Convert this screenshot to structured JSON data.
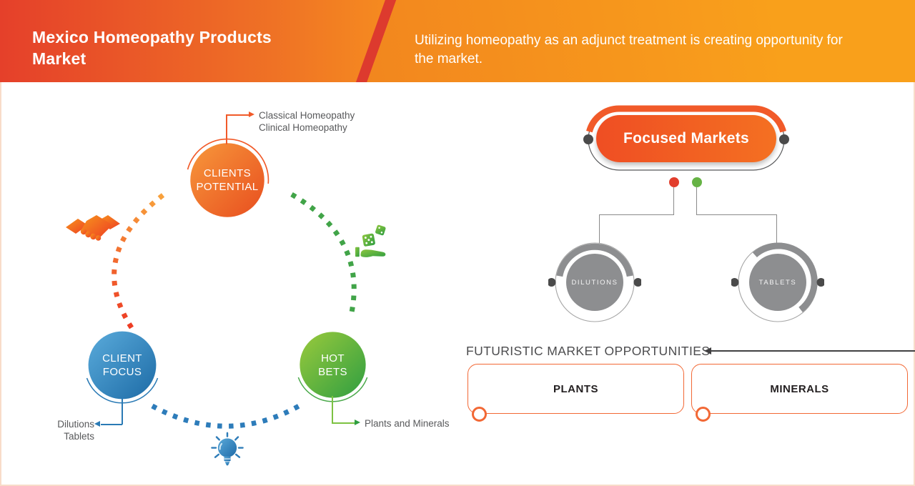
{
  "header": {
    "title": "Mexico Homeopathy Products Market",
    "subtitle": "Utilizing homeopathy as an adjunct treatment is creating opportunity for the market."
  },
  "cycle": {
    "potential": {
      "line1": "CLIENTS",
      "line2": "POTENTIAL",
      "note1": "Classical Homeopathy",
      "note2": "Clinical Homeopathy"
    },
    "focus": {
      "line1": "CLIENT",
      "line2": "FOCUS",
      "note1": "Dilutions",
      "note2": "Tablets"
    },
    "hot_bets": {
      "line1": "HOT",
      "line2": "BETS",
      "note1": "Plants and Minerals"
    },
    "icons": {
      "left": "handshake-icon",
      "right": "dice-hand-icon",
      "bottom": "lightbulb-icon"
    }
  },
  "focused_markets": {
    "title": "Focused Markets",
    "child1": "DILUTIONS",
    "child2": "TABLETS"
  },
  "opportunities": {
    "heading": "FUTURISTIC MARKET OPPORTUNITIES",
    "box1": "PLANTS",
    "box2": "MINERALS"
  },
  "colors": {
    "header_red": "#e8412c",
    "header_orange": "#f9a01b",
    "accent_orange": "#f15a29",
    "accent_blue": "#2a7ab5",
    "accent_green": "#43a047",
    "gray_node": "#8d8e90",
    "dot_red": "#e23e2d",
    "dot_green": "#66b345",
    "text_gray": "#58595b",
    "box_border": "#f26835"
  }
}
